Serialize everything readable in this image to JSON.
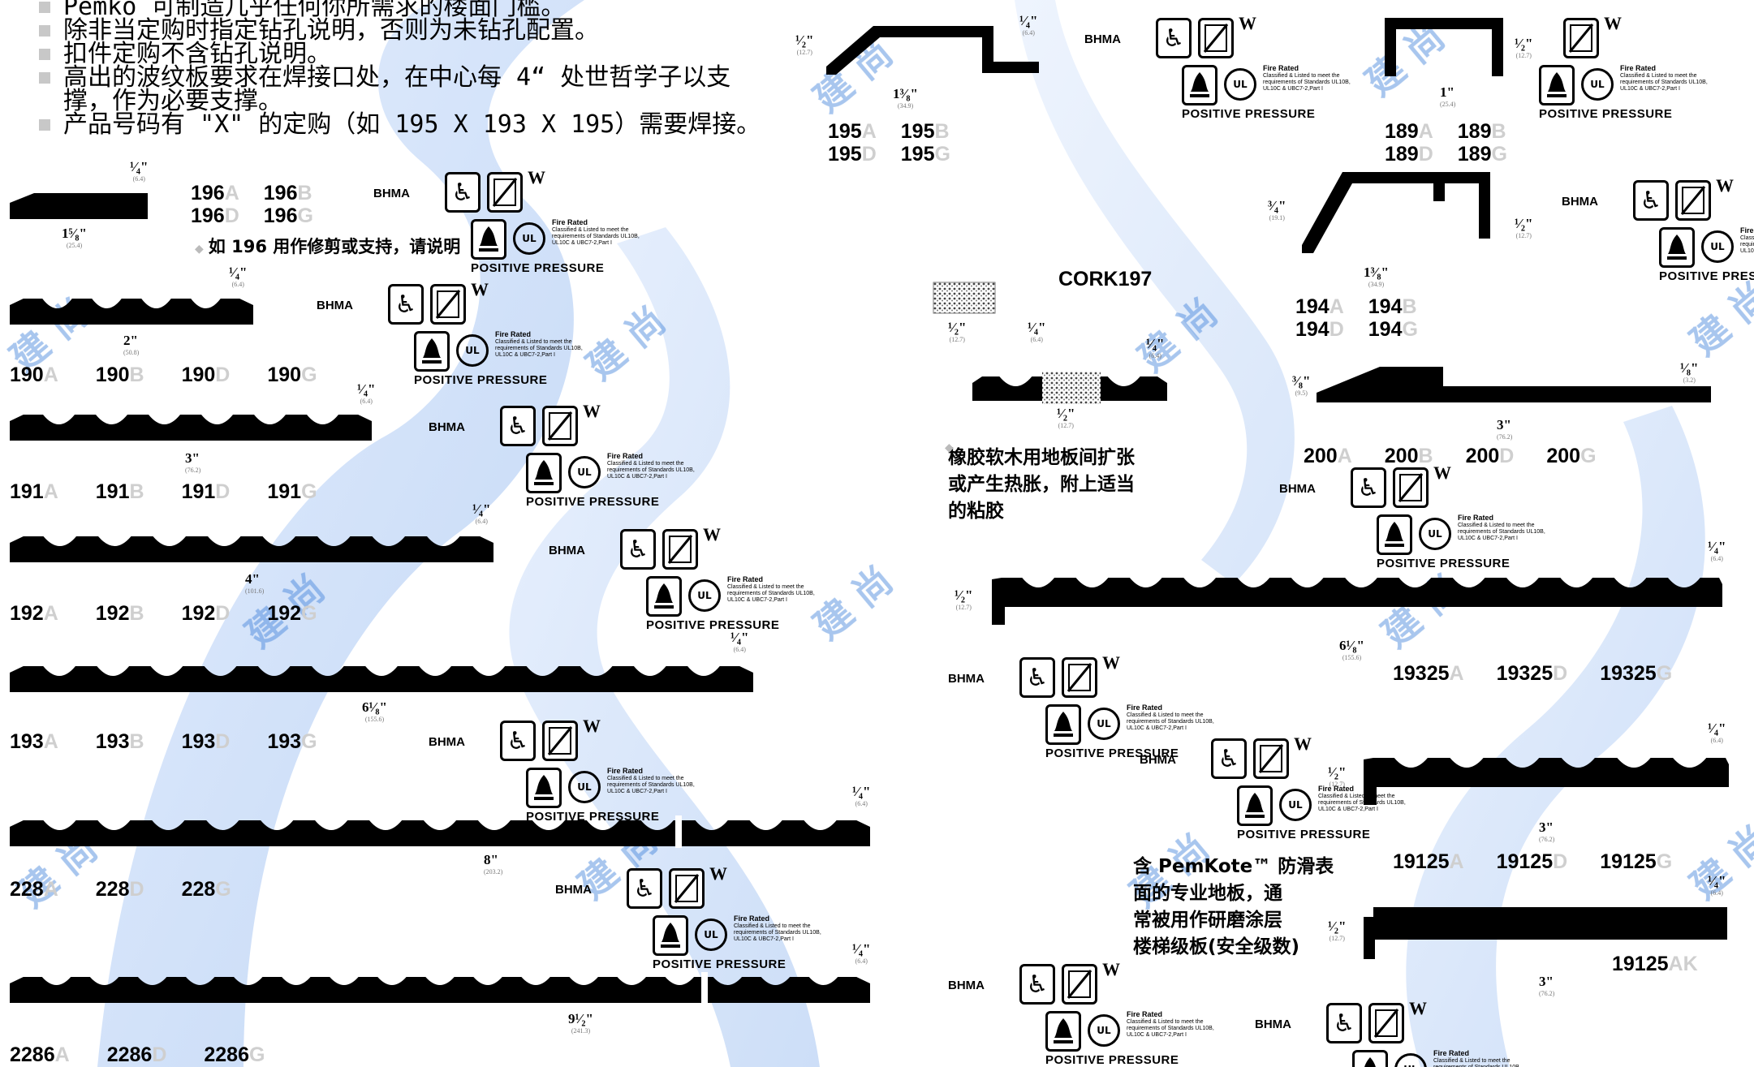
{
  "notes": [
    "Pemko 可制造几乎任何你所需求的楼面门槛。",
    "除非当定购时指定钻孔说明，否则为未钻孔配置。",
    "扣件定购不含钻孔说明。",
    "高出的波纹板要求在焊接口处，在中心每 4“ 处世哲学子以支",
    "撑，作为必要支撑。",
    "产品号码有 \"X\" 的定购（如 195 X 193 X 195）需要焊接。"
  ],
  "labels": {
    "bhma": "BHMA",
    "w": "W",
    "positive_pressure": "POSITIVE PRESSURE",
    "fire_rated": "Fire Rated",
    "fire_text": "Classified & Listed to meet the requirements of Standards UL10B, UL10C & UBC7-2,Part I",
    "ul": "UL"
  },
  "products": [
    {
      "id": "196",
      "codes": [
        [
          "196",
          "A"
        ],
        [
          "196",
          "B"
        ],
        [
          "196",
          "D"
        ],
        [
          "196",
          "G"
        ]
      ],
      "width": "1⁵⁄₈\"",
      "width_mm": "(25.4)",
      "height": "¹⁄₄\"",
      "height_mm": "(6.4)",
      "note": "如 196 用作修剪或支持，请说明"
    },
    {
      "id": "190",
      "codes": [
        [
          "190",
          "A"
        ],
        [
          "190",
          "B"
        ],
        [
          "190",
          "D"
        ],
        [
          "190",
          "G"
        ]
      ],
      "width": "2\"",
      "width_mm": "(50.8)",
      "height": "¹⁄₄\"",
      "height_mm": "(6.4)"
    },
    {
      "id": "191",
      "codes": [
        [
          "191",
          "A"
        ],
        [
          "191",
          "B"
        ],
        [
          "191",
          "D"
        ],
        [
          "191",
          "G"
        ]
      ],
      "width": "3\"",
      "width_mm": "(76.2)",
      "height": "¹⁄₄\"",
      "height_mm": "(6.4)"
    },
    {
      "id": "192",
      "codes": [
        [
          "192",
          "A"
        ],
        [
          "192",
          "B"
        ],
        [
          "192",
          "D"
        ],
        [
          "192",
          "G"
        ]
      ],
      "width": "4\"",
      "width_mm": "(101.6)",
      "height": "¹⁄₄\"",
      "height_mm": "(6.4)"
    },
    {
      "id": "193",
      "codes": [
        [
          "193",
          "A"
        ],
        [
          "193",
          "B"
        ],
        [
          "193",
          "D"
        ],
        [
          "193",
          "G"
        ]
      ],
      "width": "6¹⁄₈\"",
      "width_mm": "(155.6)",
      "height": "¹⁄₄\"",
      "height_mm": "(6.4)"
    },
    {
      "id": "228",
      "codes": [
        [
          "228",
          "A"
        ],
        [
          "228",
          "D"
        ],
        [
          "228",
          "G"
        ]
      ],
      "width": "8\"",
      "width_mm": "(203.2)",
      "height": "¹⁄₄\"",
      "height_mm": "(6.4)"
    },
    {
      "id": "2286",
      "codes": [
        [
          "2286",
          "A"
        ],
        [
          "2286",
          "D"
        ],
        [
          "2286",
          "G"
        ]
      ],
      "width": "9¹⁄₂\"",
      "width_mm": "(241.3)",
      "height": "¹⁄₄\"",
      "height_mm": "(6.4)"
    },
    {
      "id": "195",
      "codes": [
        [
          "195",
          "A"
        ],
        [
          "195",
          "B"
        ],
        [
          "195",
          "D"
        ],
        [
          "195",
          "G"
        ]
      ],
      "width": "1³⁄₈\"",
      "width_mm": "(34.9)",
      "height": "¹⁄₂\"",
      "height_mm": "(12.7)",
      "height2": "¹⁄₄\"",
      "height2_mm": "(6.4)"
    },
    {
      "id": "189",
      "codes": [
        [
          "189",
          "A"
        ],
        [
          "189",
          "B"
        ],
        [
          "189",
          "D"
        ],
        [
          "189",
          "G"
        ]
      ],
      "width": "1\"",
      "width_mm": "(25.4)",
      "height": "¹⁄₂\"",
      "height_mm": "(12.7)"
    },
    {
      "id": "194",
      "codes": [
        [
          "194",
          "A"
        ],
        [
          "194",
          "B"
        ],
        [
          "194",
          "D"
        ],
        [
          "194",
          "G"
        ]
      ],
      "width": "1³⁄₈\"",
      "width_mm": "(34.9)",
      "height": "³⁄₄\"",
      "height_mm": "(19.1)",
      "height2": "¹⁄₂\"",
      "height2_mm": "(12.7)"
    },
    {
      "id": "200",
      "codes": [
        [
          "200",
          "A"
        ],
        [
          "200",
          "B"
        ],
        [
          "200",
          "D"
        ],
        [
          "200",
          "G"
        ]
      ],
      "width": "3\"",
      "width_mm": "(76.2)",
      "height": "³⁄₈\"",
      "height_mm": "(9.5)",
      "height2": "¹⁄₈\"",
      "height2_mm": "(3.2)"
    },
    {
      "id": "19325",
      "codes": [
        [
          "19325",
          "A"
        ],
        [
          "19325",
          "D"
        ],
        [
          "19325",
          "G"
        ]
      ],
      "width": "6¹⁄₈\"",
      "width_mm": "(155.6)",
      "height": "¹⁄₂\"",
      "height_mm": "(12.7)",
      "height2": "¹⁄₄\"",
      "height2_mm": "(6.4)"
    },
    {
      "id": "19125",
      "codes": [
        [
          "19125",
          "A"
        ],
        [
          "19125",
          "D"
        ],
        [
          "19125",
          "G"
        ]
      ],
      "width": "3\"",
      "width_mm": "(76.2)",
      "height": "¹⁄₂\"",
      "height_mm": "(12.7)",
      "height2": "¹⁄₄\"",
      "height2_mm": "(6.4)"
    },
    {
      "id": "19125AK",
      "codes": [
        [
          "19125",
          "AK"
        ]
      ],
      "width": "3\"",
      "width_mm": "(76.2)",
      "height": "¹⁄₂\"",
      "height_mm": "(12.7)",
      "height2": "¹⁄₄\"",
      "height2_mm": "(6.4)"
    }
  ],
  "cork": {
    "title": "CORK197",
    "width": "¹⁄₂\"",
    "width_mm": "(12.7)",
    "height": "¹⁄₄\"",
    "height_mm": "(6.4)",
    "width2": "¹⁄₂\"",
    "width2_mm": "(12.7)",
    "height2": "¹⁄₄\"",
    "height2_mm": "(6.4)",
    "description": [
      "橡胶软木用地板间扩张",
      "或产生热胀，附上适当",
      "的粘胶"
    ]
  },
  "pemkote": {
    "lines": [
      "含 PemKote™ 防滑表",
      "面的专业地板，通",
      "常被用作研磨涂层",
      "楼梯级板(安全级数)"
    ]
  },
  "watermark": {
    "text": "建 尚",
    "color": "#3d7fd9"
  }
}
